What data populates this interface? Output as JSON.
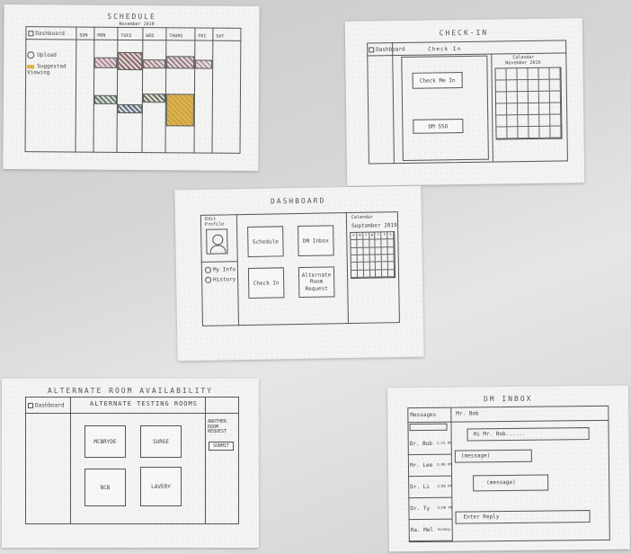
{
  "schedule": {
    "title": "Schedule",
    "month": "November 2019",
    "dashboard_link": "Dashboard",
    "days": [
      "SUN",
      "MON",
      "TUES",
      "WED",
      "THURS",
      "FRI",
      "SAT"
    ],
    "legend": [
      {
        "label": "Upload"
      },
      {
        "label": "Suggested Viewing"
      }
    ]
  },
  "checkin": {
    "title": "Check-In",
    "dashboard_link": "Dashboard",
    "header": "Check In",
    "check_me_in": "Check Me In",
    "dm_sso": "DM SSO",
    "calendar_label": "Calendar",
    "calendar_month": "November 2019"
  },
  "dashboard": {
    "title": "Dashboard",
    "edit_profile": "Edit Profile",
    "schedule": "Schedule",
    "dm_inbox": "DM Inbox",
    "check_in": "Check In",
    "alt_room": "Alternate Room Request",
    "my_info": "My Info",
    "history": "History",
    "calendar_label": "Calendar",
    "calendar_month": "September 2019",
    "weekdays": [
      "S",
      "M",
      "T",
      "W",
      "T",
      "F",
      "S"
    ]
  },
  "alt_room": {
    "title": "Alternate Room Availability",
    "dashboard_link": "Dashboard",
    "header": "Alternate Testing Rooms",
    "rooms": [
      "McBryde",
      "Surge",
      "NCB",
      "Lavery"
    ],
    "another_room": "Another Room Request",
    "submit": "Submit"
  },
  "dm_inbox": {
    "title": "DM Inbox",
    "messages_label": "Messages",
    "to_field": "Mr. Bob",
    "greeting": "Hi Mr. Bob......",
    "contacts": [
      {
        "name": "Dr. Bob",
        "time": "1:15 PM"
      },
      {
        "name": "Mr. Lee",
        "time": "2:00 PM"
      },
      {
        "name": "Dr. Li",
        "time": "3:00 PM"
      },
      {
        "name": "Dr. Ty",
        "time": "3:00 PM"
      },
      {
        "name": "Ra. Mel",
        "time": "Sunday"
      }
    ],
    "messages": [
      "(message)",
      "(message)"
    ],
    "reply_placeholder": "Enter Reply"
  }
}
